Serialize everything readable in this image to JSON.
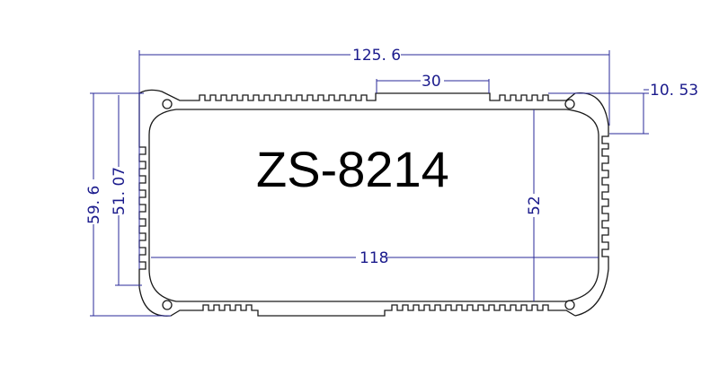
{
  "drawing": {
    "model": "ZS-8214",
    "colors": {
      "outline": "#1a1a1a",
      "dimension": "#1a1a8c",
      "background": "#ffffff"
    },
    "dimensions": {
      "overall_width": "125. 6",
      "top_flat": "30",
      "lip_height": "10. 53",
      "overall_height": "59. 6",
      "side_fin_span": "51. 07",
      "inner_height": "52",
      "inner_width": "118"
    }
  }
}
